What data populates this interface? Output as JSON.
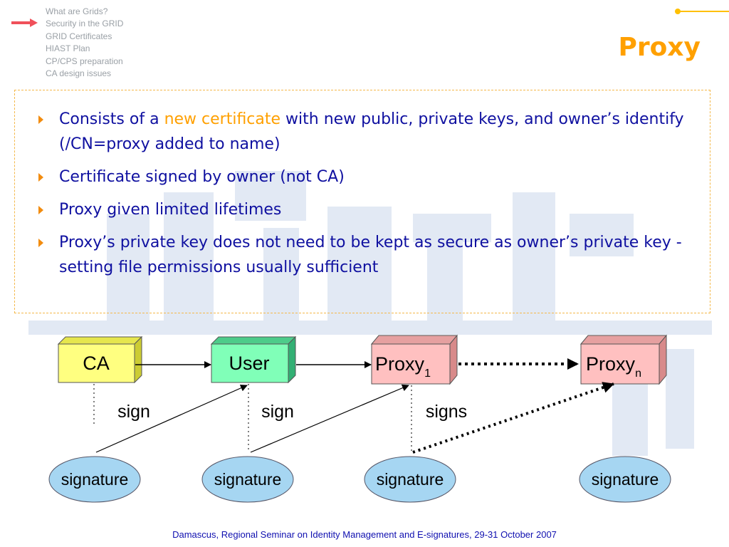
{
  "nav": {
    "items": [
      "What are Grids?",
      "Security in the GRID",
      "GRID Certificates",
      "HIAST Plan",
      "CP/CPS preparation",
      "CA design issues"
    ],
    "active_index": 1
  },
  "slide": {
    "title": "Proxy",
    "bullets": [
      {
        "before": "Consists of a ",
        "highlight": "new certificate",
        "after": " with new public, private keys, and owner’s identify (/CN=proxy added to name)"
      },
      {
        "before": "Certificate signed by owner (not CA)",
        "highlight": "",
        "after": ""
      },
      {
        "before": "Proxy given limited lifetimes",
        "highlight": "",
        "after": ""
      },
      {
        "before": "Proxy’s private key does not need to be kept as secure as owner’s private key - setting file permissions usually sufficient",
        "highlight": "",
        "after": ""
      }
    ]
  },
  "diagram": {
    "boxes": [
      {
        "label": "CA",
        "sub": "",
        "color": "#ffff80"
      },
      {
        "label": "User",
        "sub": "",
        "color": "#80ffb8"
      },
      {
        "label": "Proxy",
        "sub": "1",
        "color": "#ffc0c0"
      },
      {
        "label": "Proxy",
        "sub": "n",
        "color": "#ffc0c0"
      }
    ],
    "sign_labels": [
      "sign",
      "sign",
      "signs"
    ],
    "signature_label": "signature",
    "signature_color": "#a6d6f2"
  },
  "footer": "Damascus, Regional Seminar on Identity Management and E-signatures, 29-31 October 2007",
  "colors": {
    "title": "#ffa000",
    "bullet_text": "#0f10a0",
    "nav_text": "#9aa0a6",
    "nav_arrow": "#f0505a",
    "frame": "#f4b84a",
    "watermark": "#dde5f2"
  }
}
